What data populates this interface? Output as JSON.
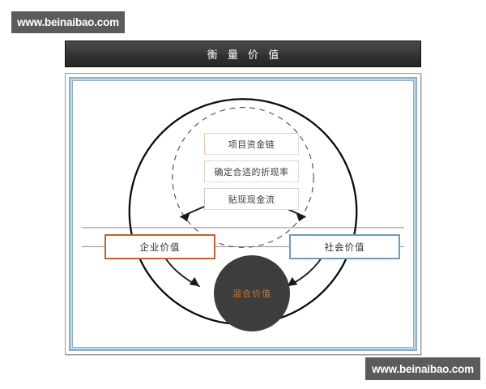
{
  "watermarks": {
    "top_left": "www.beinaibao.com",
    "bottom_right": "www.beinaibao.com"
  },
  "slide": {
    "title": "衡 量 价 值"
  },
  "diagram": {
    "inner_boxes": [
      {
        "label": "项目资金链",
        "accent": "#e8bda5"
      },
      {
        "label": "确定合适的折现率",
        "accent": "#ddd2c2"
      },
      {
        "label": "贴现现金流",
        "accent": "#cfcabb"
      }
    ],
    "side_boxes": [
      {
        "label": "企业价值",
        "border_color": "#c4622f",
        "side": "left"
      },
      {
        "label": "社会价值",
        "border_color": "#6f9cb5",
        "side": "right"
      }
    ],
    "hub": {
      "label": "混合价值",
      "fill": "#3d3d3d",
      "text_color": "#c8742f"
    },
    "shapes": {
      "outer_circle_color": "#0a0a0a",
      "dashed_circle_color": "#4d4d4d",
      "rule_line_color": "#8a8a8a",
      "arrow_color": "#1a1a1a"
    }
  },
  "palette": {
    "title_bar": "#313131",
    "frame_blue": "#8bb0c6",
    "frame_blue_light": "#c3d9e6",
    "watermark_bg": "#5b5b5b",
    "orange": "#c4622f",
    "steel_blue": "#6f9cb5"
  }
}
